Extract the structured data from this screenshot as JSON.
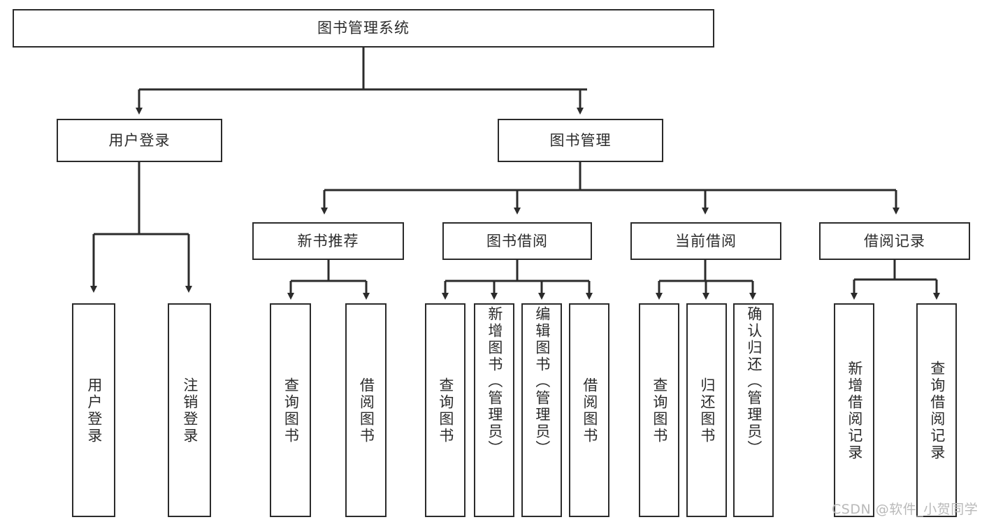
{
  "diagram": {
    "title": "图书管理系统",
    "type": "functional-structure-tree",
    "watermark": "CSDN @软件_小贺同学",
    "colors": {
      "box_border": "#2b2b2b",
      "box_fill": "#ffffff",
      "edge": "#2b2b2b",
      "background": "#ffffff",
      "watermark": "#b9b9b9"
    },
    "nodes": {
      "root": {
        "label": "图书管理系统"
      },
      "level2": [
        {
          "id": "user-login",
          "label": "用户登录"
        },
        {
          "id": "book-manage",
          "label": "图书管理"
        }
      ],
      "level3": [
        {
          "id": "new-book-rec",
          "label": "新书推荐"
        },
        {
          "id": "book-borrow",
          "label": "图书借阅"
        },
        {
          "id": "current-borrow",
          "label": "当前借阅"
        },
        {
          "id": "borrow-record",
          "label": "借阅记录"
        }
      ],
      "leaves": {
        "user_login": [
          {
            "id": "leaf-user-login",
            "label": "用户登录"
          },
          {
            "id": "leaf-user-logout",
            "label": "注销登录"
          }
        ],
        "new_book_rec": [
          {
            "id": "leaf-query-book-1",
            "label": "查询图书"
          },
          {
            "id": "leaf-borrow-book-1",
            "label": "借阅图书"
          }
        ],
        "book_borrow": [
          {
            "id": "leaf-query-book-2",
            "label": "查询图书"
          },
          {
            "id": "leaf-add-book",
            "label": "新增图书（管理员）"
          },
          {
            "id": "leaf-edit-book",
            "label": "编辑图书（管理员）"
          },
          {
            "id": "leaf-borrow-book-2",
            "label": "借阅图书"
          }
        ],
        "current_borrow": [
          {
            "id": "leaf-query-book-3",
            "label": "查询图书"
          },
          {
            "id": "leaf-return-book",
            "label": "归还图书"
          },
          {
            "id": "leaf-confirm-return",
            "label": "确认归还（管理员）"
          }
        ],
        "borrow_record": [
          {
            "id": "leaf-add-record",
            "label": "新增借阅记录"
          },
          {
            "id": "leaf-query-record",
            "label": "查询借阅记录"
          }
        ]
      }
    }
  }
}
